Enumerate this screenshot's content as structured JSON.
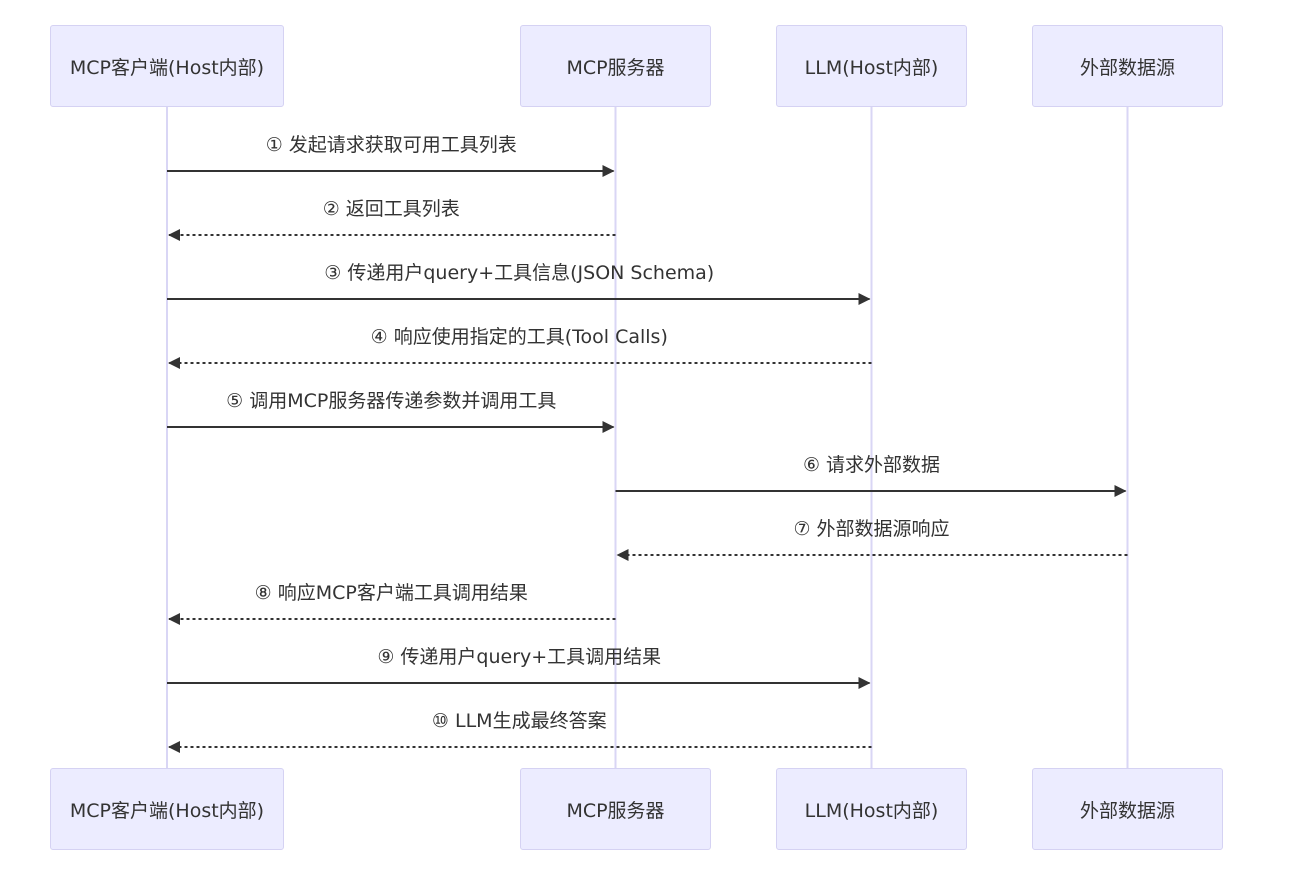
{
  "participants": [
    {
      "id": "client",
      "label": "MCP客户端(Host内部)"
    },
    {
      "id": "server",
      "label": "MCP服务器"
    },
    {
      "id": "llm",
      "label": "LLM(Host内部)"
    },
    {
      "id": "ext",
      "label": "外部数据源"
    }
  ],
  "messages": [
    {
      "from": "client",
      "to": "server",
      "style": "solid",
      "label": "① 发起请求获取可用工具列表"
    },
    {
      "from": "server",
      "to": "client",
      "style": "dashed",
      "label": "② 返回工具列表"
    },
    {
      "from": "client",
      "to": "llm",
      "style": "solid",
      "label": "③ 传递用户query+工具信息(JSON Schema)"
    },
    {
      "from": "llm",
      "to": "client",
      "style": "dashed",
      "label": "④ 响应使用指定的工具(Tool Calls)"
    },
    {
      "from": "client",
      "to": "server",
      "style": "solid",
      "label": "⑤ 调用MCP服务器传递参数并调用工具"
    },
    {
      "from": "server",
      "to": "ext",
      "style": "solid",
      "label": "⑥ 请求外部数据"
    },
    {
      "from": "ext",
      "to": "server",
      "style": "dashed",
      "label": "⑦ 外部数据源响应"
    },
    {
      "from": "server",
      "to": "client",
      "style": "dashed",
      "label": "⑧ 响应MCP客户端工具调用结果"
    },
    {
      "from": "client",
      "to": "llm",
      "style": "solid",
      "label": "⑨ 传递用户query+工具调用结果"
    },
    {
      "from": "llm",
      "to": "client",
      "style": "dashed",
      "label": "⑩ LLM生成最终答案"
    }
  ],
  "colors": {
    "actor_fill": "#ececff",
    "actor_border": "#d5d2f3",
    "lifeline": "#d9d6f5",
    "arrow": "#333333",
    "text": "#333333"
  }
}
